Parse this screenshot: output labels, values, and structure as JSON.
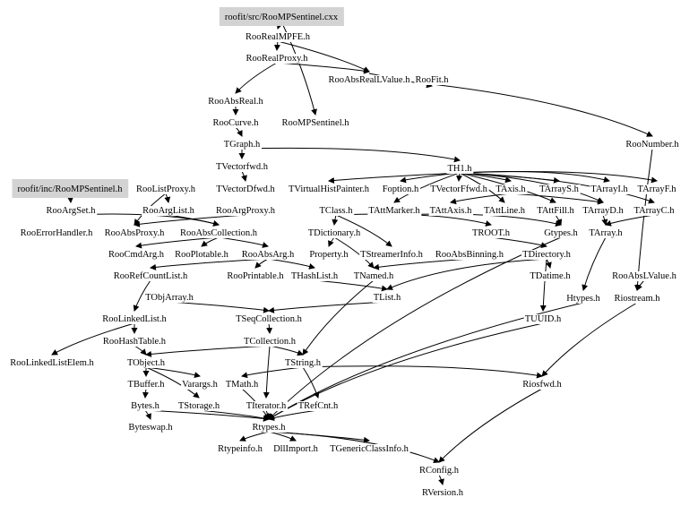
{
  "diagram": {
    "nodes": [
      {
        "id": "src_sentinel",
        "label": "roofit/src/RooMPSentinel.cxx",
        "highlight": true
      },
      {
        "id": "RooRealMPFE",
        "label": "RooRealMPFE.h"
      },
      {
        "id": "RooRealProxy",
        "label": "RooRealProxy.h"
      },
      {
        "id": "RooAbsRealLValue",
        "label": "RooAbsRealLValue.h"
      },
      {
        "id": "RooFit",
        "label": "RooFit.h"
      },
      {
        "id": "RooAbsReal",
        "label": "RooAbsReal.h"
      },
      {
        "id": "RooMPSentinel",
        "label": "RooMPSentinel.h"
      },
      {
        "id": "RooCurve",
        "label": "RooCurve.h"
      },
      {
        "id": "RooNumber",
        "label": "RooNumber.h"
      },
      {
        "id": "TGraph",
        "label": "TGraph.h"
      },
      {
        "id": "TVectorfwd",
        "label": "TVectorfwd.h"
      },
      {
        "id": "TH1",
        "label": "TH1.h"
      },
      {
        "id": "inc_sentinel",
        "label": "roofit/inc/RooMPSentinel.h",
        "highlight": true
      },
      {
        "id": "RooListProxy",
        "label": "RooListProxy.h"
      },
      {
        "id": "TVectorDfwd",
        "label": "TVectorDfwd.h"
      },
      {
        "id": "TVirtualHistPainter",
        "label": "TVirtualHistPainter.h"
      },
      {
        "id": "Foption",
        "label": "Foption.h"
      },
      {
        "id": "TVectorFfwd",
        "label": "TVectorFfwd.h"
      },
      {
        "id": "TAxis",
        "label": "TAxis.h"
      },
      {
        "id": "TArrayS",
        "label": "TArrayS.h"
      },
      {
        "id": "TArrayI",
        "label": "TArrayI.h"
      },
      {
        "id": "TArrayF",
        "label": "TArrayF.h"
      },
      {
        "id": "RooArgSet",
        "label": "RooArgSet.h"
      },
      {
        "id": "RooArgList",
        "label": "RooArgList.h"
      },
      {
        "id": "RooArgProxy",
        "label": "RooArgProxy.h"
      },
      {
        "id": "TClass",
        "label": "TClass.h"
      },
      {
        "id": "TAttMarker",
        "label": "TAttMarker.h"
      },
      {
        "id": "TAttAxis",
        "label": "TAttAxis.h"
      },
      {
        "id": "TAttLine",
        "label": "TAttLine.h"
      },
      {
        "id": "TAttFill",
        "label": "TAttFill.h"
      },
      {
        "id": "TArrayD",
        "label": "TArrayD.h"
      },
      {
        "id": "TArrayC",
        "label": "TArrayC.h"
      },
      {
        "id": "RooErrorHandler",
        "label": "RooErrorHandler.h"
      },
      {
        "id": "RooAbsProxy",
        "label": "RooAbsProxy.h"
      },
      {
        "id": "RooAbsCollection",
        "label": "RooAbsCollection.h"
      },
      {
        "id": "TDictionary",
        "label": "TDictionary.h"
      },
      {
        "id": "TROOT",
        "label": "TROOT.h"
      },
      {
        "id": "Gtypes",
        "label": "Gtypes.h"
      },
      {
        "id": "TArray",
        "label": "TArray.h"
      },
      {
        "id": "RooCmdArg",
        "label": "RooCmdArg.h"
      },
      {
        "id": "RooPlotable",
        "label": "RooPlotable.h"
      },
      {
        "id": "RooAbsArg",
        "label": "RooAbsArg.h"
      },
      {
        "id": "Property",
        "label": "Property.h"
      },
      {
        "id": "TStreamerInfo",
        "label": "TStreamerInfo.h"
      },
      {
        "id": "RooAbsBinning",
        "label": "RooAbsBinning.h"
      },
      {
        "id": "TDirectory",
        "label": "TDirectory.h"
      },
      {
        "id": "RooAbsLValue",
        "label": "RooAbsLValue.h"
      },
      {
        "id": "RooRefCountList",
        "label": "RooRefCountList.h"
      },
      {
        "id": "RooPrintable",
        "label": "RooPrintable.h"
      },
      {
        "id": "THashList",
        "label": "THashList.h"
      },
      {
        "id": "TNamed",
        "label": "TNamed.h"
      },
      {
        "id": "TDatime",
        "label": "TDatime.h"
      },
      {
        "id": "TObjArray",
        "label": "TObjArray.h"
      },
      {
        "id": "TList",
        "label": "TList.h"
      },
      {
        "id": "Htypes",
        "label": "Htypes.h"
      },
      {
        "id": "Riostream",
        "label": "Riostream.h"
      },
      {
        "id": "RooLinkedList",
        "label": "RooLinkedList.h"
      },
      {
        "id": "TSeqCollection",
        "label": "TSeqCollection.h"
      },
      {
        "id": "TUUID",
        "label": "TUUID.h"
      },
      {
        "id": "RooHashTable",
        "label": "RooHashTable.h"
      },
      {
        "id": "TCollection",
        "label": "TCollection.h"
      },
      {
        "id": "RooLinkedListElem",
        "label": "RooLinkedListElem.h"
      },
      {
        "id": "TObject",
        "label": "TObject.h"
      },
      {
        "id": "TString",
        "label": "TString.h"
      },
      {
        "id": "Riosfwd",
        "label": "Riosfwd.h"
      },
      {
        "id": "TBuffer",
        "label": "TBuffer.h"
      },
      {
        "id": "Varargs",
        "label": "Varargs.h"
      },
      {
        "id": "TMath",
        "label": "TMath.h"
      },
      {
        "id": "Bytes",
        "label": "Bytes.h"
      },
      {
        "id": "TStorage",
        "label": "TStorage.h"
      },
      {
        "id": "TIterator",
        "label": "TIterator.h"
      },
      {
        "id": "TRefCnt",
        "label": "TRefCnt.h"
      },
      {
        "id": "Byteswap",
        "label": "Byteswap.h"
      },
      {
        "id": "Rtypes",
        "label": "Rtypes.h"
      },
      {
        "id": "Rtypeinfo",
        "label": "Rtypeinfo.h"
      },
      {
        "id": "DllImport",
        "label": "DllImport.h"
      },
      {
        "id": "TGenericClassInfo",
        "label": "TGenericClassInfo.h"
      },
      {
        "id": "RConfig",
        "label": "RConfig.h"
      },
      {
        "id": "RVersion",
        "label": "RVersion.h"
      }
    ],
    "edges": [
      [
        "src_sentinel",
        "RooRealMPFE"
      ],
      [
        "src_sentinel",
        "RooMPSentinel"
      ],
      [
        "RooRealMPFE",
        "RooRealProxy"
      ],
      [
        "RooRealMPFE",
        "RooAbsRealLValue"
      ],
      [
        "RooRealProxy",
        "RooAbsReal"
      ],
      [
        "RooRealProxy",
        "RooAbsRealLValue"
      ],
      [
        "RooAbsRealLValue",
        "RooFit"
      ],
      [
        "RooFit",
        "RooNumber"
      ],
      [
        "RooAbsReal",
        "RooCurve"
      ],
      [
        "RooCurve",
        "TGraph"
      ],
      [
        "TGraph",
        "TVectorfwd"
      ],
      [
        "TGraph",
        "TH1"
      ],
      [
        "TVectorfwd",
        "TVectorDfwd"
      ],
      [
        "TH1",
        "TVirtualHistPainter"
      ],
      [
        "TH1",
        "Foption"
      ],
      [
        "TH1",
        "TVectorFfwd"
      ],
      [
        "TH1",
        "TAxis"
      ],
      [
        "TH1",
        "TArrayS"
      ],
      [
        "TH1",
        "TArrayI"
      ],
      [
        "TH1",
        "TArrayF"
      ],
      [
        "TH1",
        "TArrayD"
      ],
      [
        "TH1",
        "TArrayC"
      ],
      [
        "TAxis",
        "TAttAxis"
      ],
      [
        "TAxis",
        "TArrayD"
      ],
      [
        "TH1",
        "TAttMarker"
      ],
      [
        "TH1",
        "TAttLine"
      ],
      [
        "TH1",
        "TAttFill"
      ],
      [
        "TAttFill",
        "Gtypes"
      ],
      [
        "TArrayD",
        "TArray"
      ],
      [
        "TArrayC",
        "TArray"
      ],
      [
        "TAttMarker",
        "Gtypes"
      ],
      [
        "inc_sentinel",
        "RooArgSet"
      ],
      [
        "RooListProxy",
        "RooArgList"
      ],
      [
        "RooListProxy",
        "RooAbsProxy"
      ],
      [
        "RooArgSet",
        "RooAbsCollection"
      ],
      [
        "RooArgList",
        "RooAbsCollection"
      ],
      [
        "RooArgProxy",
        "RooAbsProxy"
      ],
      [
        "RooAbsCollection",
        "RooAbsArg"
      ],
      [
        "RooAbsCollection",
        "RooCmdArg"
      ],
      [
        "RooAbsCollection",
        "RooPlotable"
      ],
      [
        "TClass",
        "TDictionary"
      ],
      [
        "TClass",
        "TROOT"
      ],
      [
        "TDictionary",
        "Property"
      ],
      [
        "TDictionary",
        "TNamed"
      ],
      [
        "TClass",
        "TStreamerInfo"
      ],
      [
        "TROOT",
        "TDirectory"
      ],
      [
        "TDirectory",
        "TDatime"
      ],
      [
        "TDirectory",
        "TUUID"
      ],
      [
        "TDirectory",
        "TList"
      ],
      [
        "RooAbsArg",
        "RooPrintable"
      ],
      [
        "RooAbsArg",
        "THashList"
      ],
      [
        "RooAbsArg",
        "RooRefCountList"
      ],
      [
        "RooAbsBinning",
        "TNamed"
      ],
      [
        "THashList",
        "TList"
      ],
      [
        "TList",
        "TSeqCollection"
      ],
      [
        "TObjArray",
        "TSeqCollection"
      ],
      [
        "RooRefCountList",
        "RooLinkedList"
      ],
      [
        "RooLinkedList",
        "RooHashTable"
      ],
      [
        "RooLinkedList",
        "RooLinkedListElem"
      ],
      [
        "TSeqCollection",
        "TCollection"
      ],
      [
        "TCollection",
        "TString"
      ],
      [
        "TCollection",
        "TIterator"
      ],
      [
        "TCollection",
        "TObject"
      ],
      [
        "RooHashTable",
        "TObject"
      ],
      [
        "TNamed",
        "TString"
      ],
      [
        "TString",
        "TRefCnt"
      ],
      [
        "TString",
        "TMath"
      ],
      [
        "TString",
        "Riosfwd"
      ],
      [
        "TObject",
        "TBuffer"
      ],
      [
        "TObject",
        "Varargs"
      ],
      [
        "TObject",
        "TStorage"
      ],
      [
        "TBuffer",
        "Bytes"
      ],
      [
        "Bytes",
        "Byteswap"
      ],
      [
        "Bytes",
        "Rtypes"
      ],
      [
        "TStorage",
        "Rtypes"
      ],
      [
        "TIterator",
        "Rtypes"
      ],
      [
        "TRefCnt",
        "Rtypes"
      ],
      [
        "TMath",
        "Rtypes"
      ],
      [
        "Rtypes",
        "Rtypeinfo"
      ],
      [
        "Rtypes",
        "DllImport"
      ],
      [
        "Rtypes",
        "TGenericClassInfo"
      ],
      [
        "Rtypes",
        "RConfig"
      ],
      [
        "Riosfwd",
        "RConfig"
      ],
      [
        "RConfig",
        "RVersion"
      ],
      [
        "RooAbsLValue",
        "Riostream"
      ],
      [
        "TArray",
        "Htypes"
      ],
      [
        "RooNumber",
        "Riostream"
      ],
      [
        "Riostream",
        "Riosfwd"
      ],
      [
        "Htypes",
        "Rtypes"
      ],
      [
        "TUUID",
        "Rtypes"
      ],
      [
        "Gtypes",
        "Rtypes"
      ]
    ]
  }
}
